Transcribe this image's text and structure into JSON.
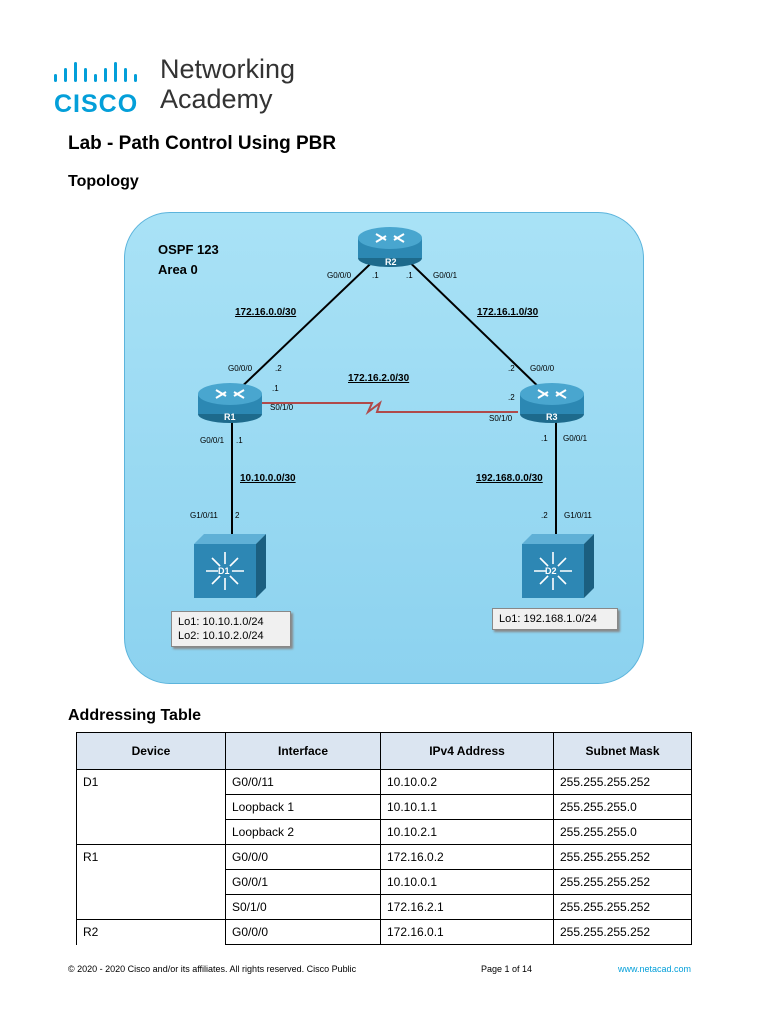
{
  "logo": {
    "cisco": "CISCO",
    "line1": "Networking",
    "line2": "Academy"
  },
  "title": "Lab - Path Control Using PBR",
  "topology_heading": "Topology",
  "topology": {
    "area_line1": "OSPF 123",
    "area_line2": "Area 0",
    "routers": {
      "r1": "R1",
      "r2": "R2",
      "r3": "R3"
    },
    "switches": {
      "d1": "D1",
      "d2": "D2"
    },
    "networks": {
      "r1_r2": "172.16.0.0/30",
      "r2_r3": "172.16.1.0/30",
      "r1_r3": "172.16.2.0/30",
      "r1_d1": "10.10.0.0/30",
      "r3_d2": "192.168.0.0/30"
    },
    "labels": {
      "r2_g000": "G0/0/0",
      "r2_g000_host": ".1",
      "r2_g001_host": ".1",
      "r2_g001": "G0/0/1",
      "r1_g000": "G0/0/0",
      "r1_g000_host": ".2",
      "r1_s010_host": ".1",
      "r1_s010": "S0/1/0",
      "r1_g001": "G0/0/1",
      "r1_g001_host": ".1",
      "r3_g000_host": ".2",
      "r3_g000": "G0/0/0",
      "r3_s010_host": ".2",
      "r3_s010": "S0/1/0",
      "r3_g001_host": ".1",
      "r3_g001": "G0/0/1",
      "d1_g1011": "G1/0/11",
      "d1_host": "2",
      "d2_host": ".2",
      "d2_g1011": "G1/0/11"
    },
    "d1_loopbacks": [
      "Lo1: 10.10.1.0/24",
      "Lo2: 10.10.2.0/24"
    ],
    "d2_loopbacks": [
      "Lo1: 192.168.1.0/24"
    ]
  },
  "addressing_heading": "Addressing Table",
  "table": {
    "headers": [
      "Device",
      "Interface",
      "IPv4 Address",
      "Subnet Mask"
    ],
    "rows": [
      [
        "D1",
        "G0/0/11",
        "10.10.0.2",
        "255.255.255.252"
      ],
      [
        "",
        "Loopback 1",
        "10.10.1.1",
        "255.255.255.0"
      ],
      [
        "",
        "Loopback 2",
        "10.10.2.1",
        "255.255.255.0"
      ],
      [
        "R1",
        "G0/0/0",
        "172.16.0.2",
        "255.255.255.252"
      ],
      [
        "",
        "G0/0/1",
        "10.10.0.1",
        "255.255.255.252"
      ],
      [
        "",
        "S0/1/0",
        "172.16.2.1",
        "255.255.255.252"
      ],
      [
        "R2",
        "G0/0/0",
        "172.16.0.1",
        "255.255.255.252"
      ]
    ]
  },
  "footer": {
    "copyright": "© 2020 - 2020 Cisco and/or its affiliates. All rights reserved. Cisco Public",
    "page": "Page 1 of 14",
    "url": "www.netacad.com"
  },
  "colors": {
    "cisco_blue": "#049fd9",
    "topology_bg": "#a9e2f6",
    "serial_link": "#c0504d",
    "table_header": "#dbe5f1"
  }
}
